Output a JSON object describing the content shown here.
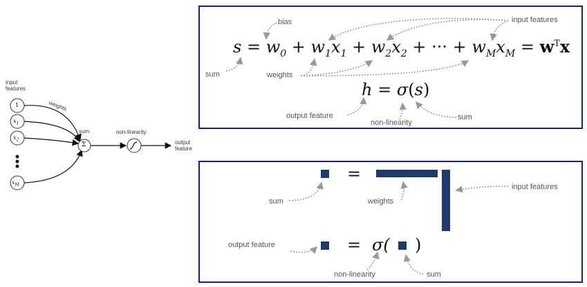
{
  "network": {
    "input_features_label": "input\nfeatures",
    "weights_label": "weights",
    "sum_label": "sum",
    "nonlinearity_label": "non-linearity",
    "output_feature_label": "output\nfeature",
    "inputs": [
      "1",
      "x1",
      "x2",
      "xM"
    ],
    "sum_symbol": "Σ"
  },
  "equation_panel": {
    "sum_equation": "s = w0 + w1x1 + w2x2 + ··· + wMxM = wᵀx",
    "output_equation": "h = σ(s)",
    "labels": {
      "bias": "bias",
      "input_features": "input features",
      "sum": "sum",
      "weights": "weights",
      "output_feature": "output feature",
      "nonlinearity": "non-linearity",
      "sum2": "sum"
    }
  },
  "matrix_panel": {
    "labels": {
      "sum": "sum",
      "weights": "weights",
      "input_features": "input features",
      "output_feature": "output feature",
      "nonlinearity": "non-linearity",
      "sum2": "sum"
    },
    "equals": "=",
    "sigma": "σ(",
    "close_paren": ")"
  },
  "colors": {
    "panel_border": "#1b1b8f",
    "block": "#1f3a6e"
  }
}
